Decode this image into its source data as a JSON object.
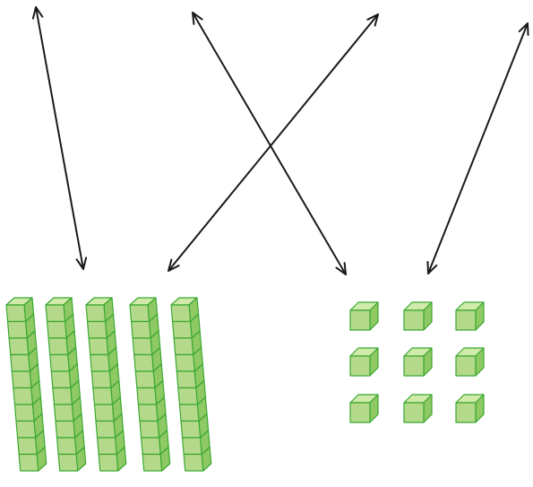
{
  "colors": {
    "background": "#ffffff",
    "arrow": "#1a1a1a",
    "cube_front": "#b5d98a",
    "cube_top": "#cfeaa9",
    "cube_side": "#8fc963",
    "cube_edge": "#3aa832"
  },
  "diagram": {
    "arrows": [
      {
        "name": "arrow-left-vertical",
        "kind": "double-headed"
      },
      {
        "name": "arrow-cross-down-right",
        "kind": "double-headed"
      },
      {
        "name": "arrow-cross-down-left",
        "kind": "double-headed"
      },
      {
        "name": "arrow-right-diagonal",
        "kind": "double-headed"
      }
    ],
    "tens_rods": {
      "count": 5,
      "cubes_per_rod": 10
    },
    "unit_cubes": {
      "count": 9,
      "rows": 3,
      "columns": 3
    }
  }
}
